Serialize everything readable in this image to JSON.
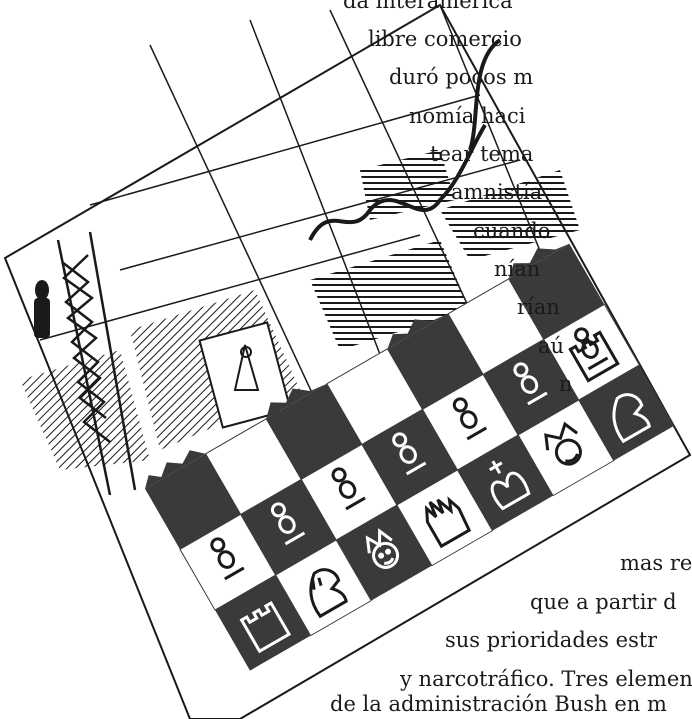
{
  "text_lines": [
    "da interamerica",
    "libre comercio",
    "duró pocos m",
    "nomía haci",
    "tear tema",
    "amnistía",
    "cuando",
    "nían",
    "rían",
    "aú",
    "n",
    "mas re",
    "que a partir d",
    "sus prioridades estr",
    "y narcotráfico. Tres elemen",
    "de la administración Bush en m"
  ],
  "colors": {
    "ink": "#1a1a1a",
    "dark_square": "#3a3a3a",
    "light_square": "#ffffff"
  }
}
